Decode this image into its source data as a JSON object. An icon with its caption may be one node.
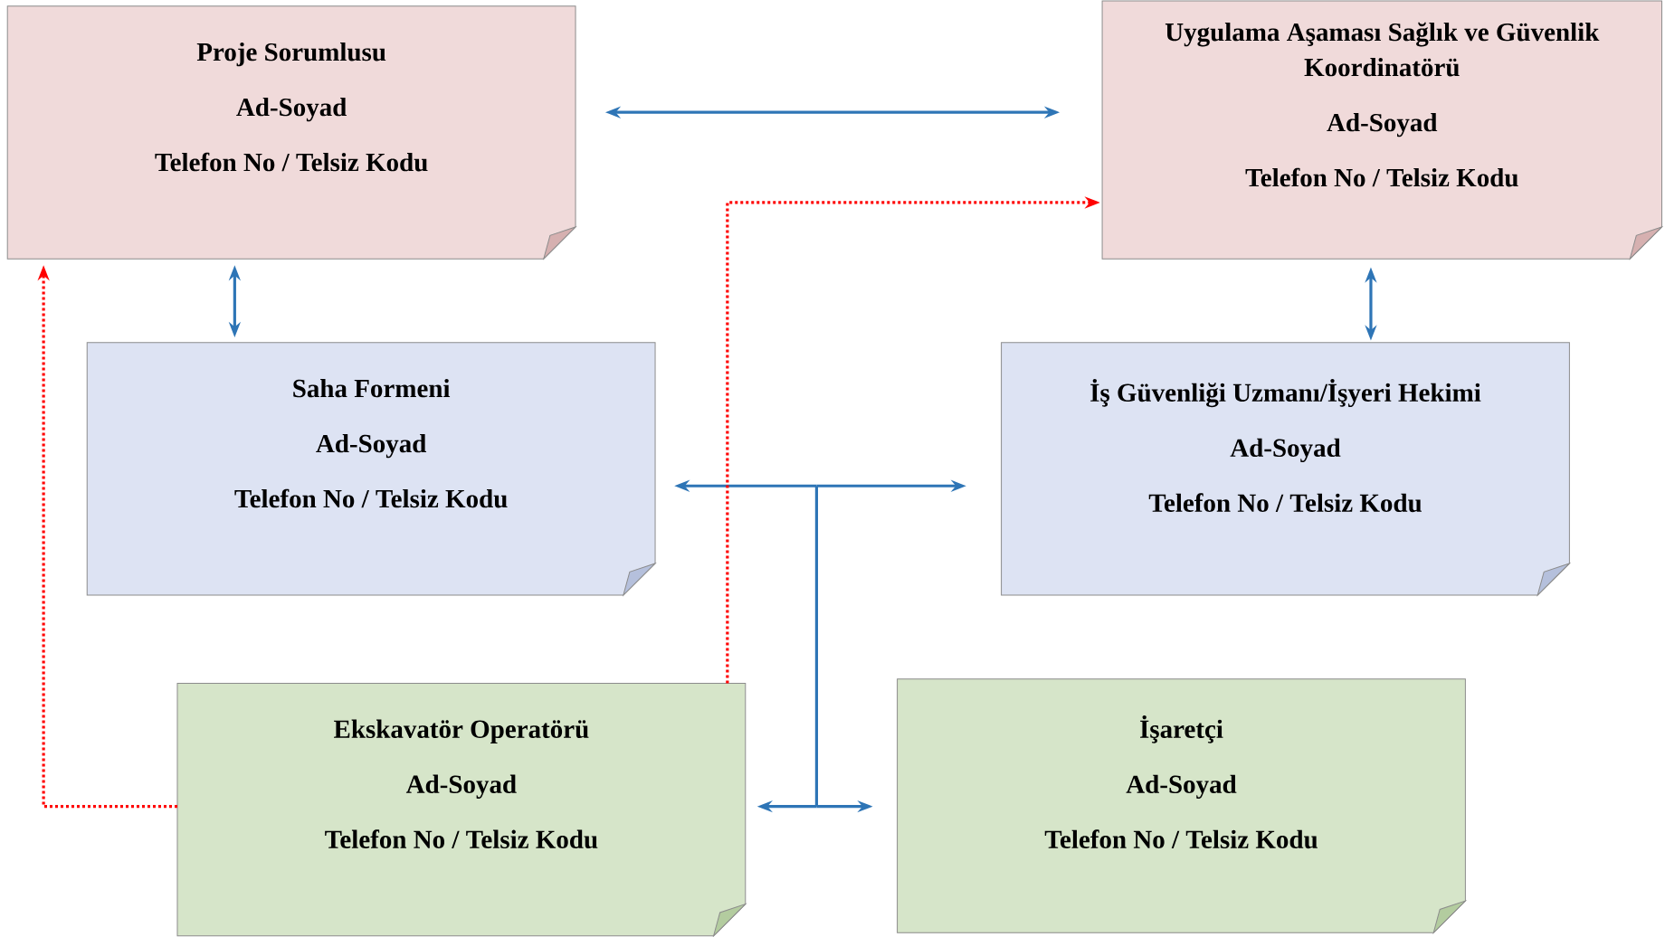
{
  "diagram": {
    "nodes": [
      {
        "text": [
          "Proje Sorumlusu",
          "Ad-Soyad",
          "Telefon No / Telsiz Kodu"
        ]
      },
      {
        "text": [
          "Uygulama Aşaması Sağlık ve Güvenlik Koordinatörü",
          "Ad-Soyad",
          "Telefon No / Telsiz Kodu"
        ]
      },
      {
        "text": [
          "Saha Formeni",
          "Ad-Soyad",
          "Telefon No / Telsiz Kodu"
        ]
      },
      {
        "text": [
          "İş Güvenliği Uzmanı/İşyeri Hekimi",
          "Ad-Soyad",
          "Telefon No / Telsiz Kodu"
        ]
      },
      {
        "text": [
          "Ekskavatör Operatörü",
          "Ad-Soyad",
          "Telefon No / Telsiz Kodu"
        ]
      },
      {
        "text": [
          "İşaretçi",
          "Ad-Soyad",
          "Telefon No / Telsiz Kodu"
        ]
      }
    ],
    "edges": [
      {
        "from": 0,
        "to": 1,
        "arrow": "both"
      },
      {
        "from": 0,
        "to": 2,
        "arrow": "both"
      },
      {
        "from": 1,
        "to": 3,
        "arrow": "both"
      },
      {
        "from": 2,
        "to": 3,
        "arrow": "both"
      },
      {
        "from": 2,
        "to": 4,
        "arrow": "both"
      },
      {
        "from": 2,
        "to": 5,
        "arrow": "both"
      },
      {
        "from": 3,
        "to": 4,
        "arrow": "both"
      },
      {
        "from": 3,
        "to": 5,
        "arrow": "both"
      },
      {
        "from": 4,
        "to": 5,
        "arrow": "both"
      },
      {
        "from": 4,
        "to": 0,
        "arrow": "to",
        "style": "dashed",
        "color": "#ff0000"
      },
      {
        "from": 4,
        "to": 1,
        "arrow": "to",
        "style": "dashed",
        "color": "#ff0000"
      }
    ]
  }
}
